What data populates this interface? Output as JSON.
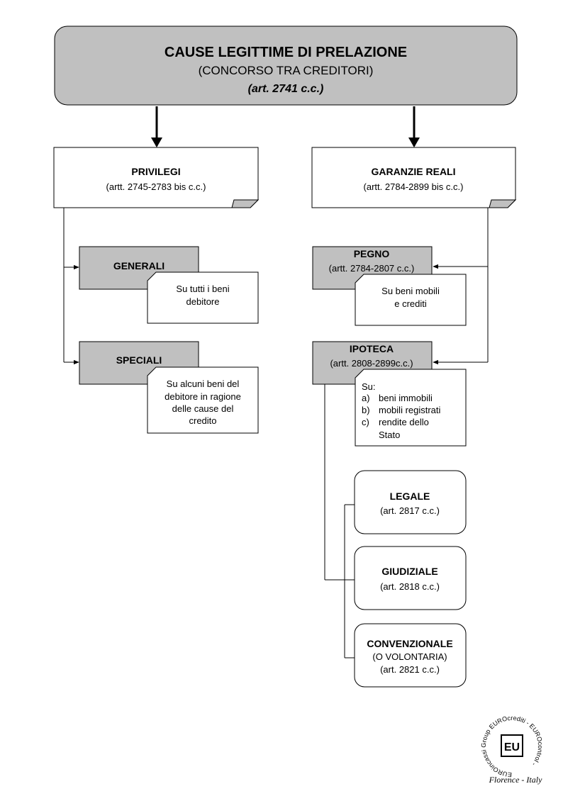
{
  "header": {
    "title": "CAUSE LEGITTIME DI PRELAZIONE",
    "subtitle": "(CONCORSO TRA CREDITORI)",
    "reference": "(art. 2741 c.c.)"
  },
  "privilegi": {
    "title": "PRIVILEGI",
    "reference": "(artt. 2745-2783 bis c.c.)",
    "generali": {
      "title": "GENERALI",
      "note": [
        "Su tutti i beni",
        "debitore"
      ]
    },
    "speciali": {
      "title": "SPECIALI",
      "note": [
        "Su alcuni beni del",
        "debitore in ragione",
        "delle cause del",
        "credito"
      ]
    }
  },
  "garanzie": {
    "title": "GARANZIE REALI",
    "reference": "(artt. 2784-2899 bis c.c.)",
    "pegno": {
      "title": "PEGNO",
      "reference": "(artt. 2784-2807  c.c.)",
      "note": [
        "Su beni mobili",
        "e crediti"
      ]
    },
    "ipoteca": {
      "title": "IPOTECA",
      "reference": "(artt. 2808-2899c.c.)",
      "note_intro": "Su:",
      "note_items": [
        {
          "marker": "a)",
          "text": "beni immobili"
        },
        {
          "marker": "b)",
          "text": "mobili registrati"
        },
        {
          "marker": "c)",
          "text": "rendite dello"
        }
      ],
      "note_continuation": "Stato",
      "types": [
        {
          "title": "LEGALE",
          "reference": "(art. 2817 c.c.)"
        },
        {
          "title": "GIUDIZIALE",
          "reference": "(art. 2818 c.c.)"
        },
        {
          "title": "CONVENZIONALE",
          "subtitle": "(O VOLONTARIA)",
          "reference": "(art. 2821 c.c.)"
        }
      ]
    }
  },
  "logo": {
    "ring_text": "EUROincassi Group EUROcrediti - EUROcontrol -",
    "monogram": "EU",
    "caption": "Florence - Italy"
  },
  "colors": {
    "grey_fill": "#c0c0c0",
    "white_fill": "#ffffff",
    "line": "#000000"
  }
}
